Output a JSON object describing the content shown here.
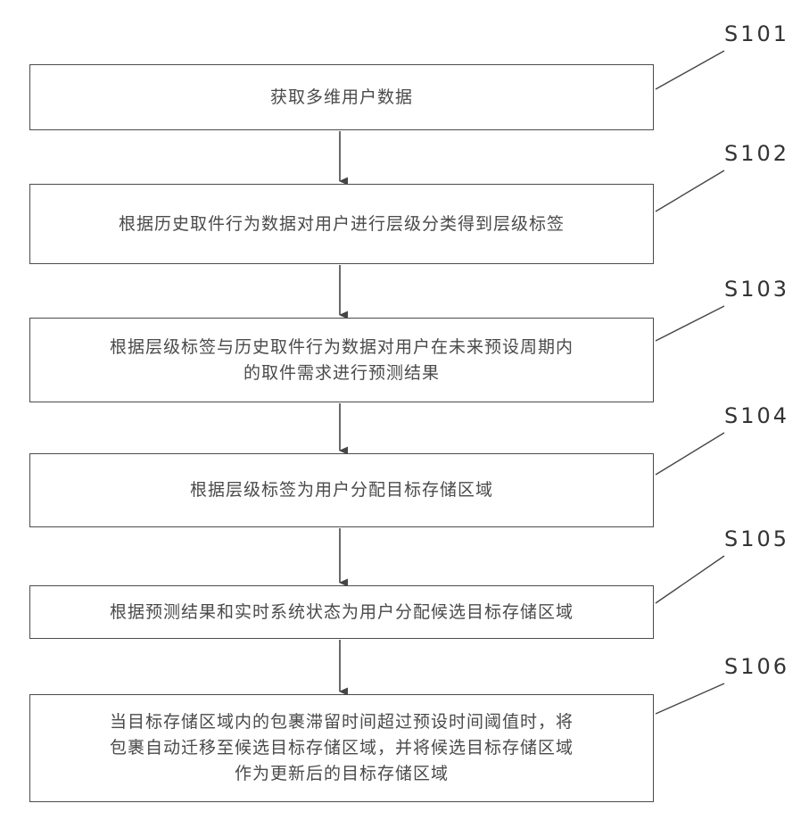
{
  "figure": {
    "background": "#ffffff",
    "line_color": "#454545",
    "text_color": "#4a4a4a"
  },
  "steps": [
    {
      "label": "S101",
      "lines": [
        "获取多维用户数据"
      ]
    },
    {
      "label": "S102",
      "lines": [
        "根据历史取件行为数据对用户进行层级分类得到层级标签"
      ]
    },
    {
      "label": "S103",
      "lines": [
        "根据层级标签与历史取件行为数据对用户在未来预设周期内",
        "的取件需求进行预测结果"
      ]
    },
    {
      "label": "S104",
      "lines": [
        "根据层级标签为用户分配目标存储区域"
      ]
    },
    {
      "label": "S105",
      "lines": [
        "根据预测结果和实时系统状态为用户分配候选目标存储区域"
      ]
    },
    {
      "label": "S106",
      "lines": [
        "当目标存储区域内的包裹滞留时间超过预设时间阈值时，将",
        "包裹自动迁移至候选目标存储区域，并将候选目标存储区域",
        "作为更新后的目标存储区域"
      ]
    }
  ]
}
